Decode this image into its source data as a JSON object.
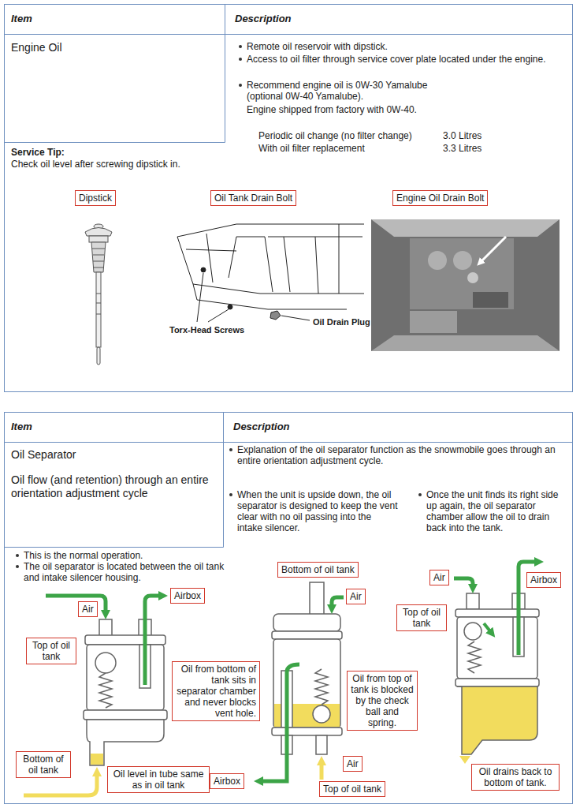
{
  "diagram": {
    "nodes": [
      {
        "text": [
          "Dipstick"
        ]
      },
      {
        "text": [
          "Oil Tank Drain Bolt"
        ]
      },
      {
        "text": [
          "Engine Oil Drain Bolt"
        ]
      },
      {
        "text": [
          "Air"
        ]
      },
      {
        "text": [
          "Airbox"
        ]
      },
      {
        "text": [
          "Top of oil tank"
        ]
      },
      {
        "text": [
          "Bottom of oil tank"
        ]
      },
      {
        "text": [
          "Oil level in tube same as in oil tank"
        ]
      },
      {
        "text": [
          "Bottom of oil tank"
        ]
      },
      {
        "text": [
          "Air"
        ]
      },
      {
        "text": [
          "Oil from bottom of tank sits in separator chamber and never blocks vent hole."
        ]
      },
      {
        "text": [
          "Oil from top of tank is blocked by the check ball and spring."
        ]
      },
      {
        "text": [
          "Air"
        ]
      },
      {
        "text": [
          "Airbox"
        ]
      },
      {
        "text": [
          "Top of oil tank"
        ]
      },
      {
        "text": [
          "Air"
        ]
      },
      {
        "text": [
          "Airbox"
        ]
      },
      {
        "text": [
          "Top of oil tank"
        ]
      },
      {
        "text": [
          "Oil drains back to bottom of tank."
        ]
      }
    ],
    "labels": [
      "Item",
      "Description",
      "Engine Oil",
      "Remote oil reservoir with dipstick.",
      "Access to oil filter through service cover plate located under the engine.",
      "Recommend engine oil is 0W-30 Yamalube (optional 0W-40 Yamalube).",
      "Engine shipped from factory with 0W-40.",
      "Periodic oil change (no filter change)",
      "3.0 Litres",
      "With oil filter replacement",
      "3.3 Litres",
      "Service Tip:",
      "Check oil level after screwing dipstick in.",
      "Torx-Head Screws",
      "Oil Drain Plug",
      "Item",
      "Description",
      "Oil Separator",
      "Oil flow (and retention) through an entire orientation adjustment cycle",
      "Explanation of the oil separator function as the snowmobile goes through an entire orientation adjustment cycle.",
      "When the unit is upside down, the oil separator is designed to keep the vent clear with no oil passing into the intake silencer.",
      "Once the unit finds its right side up again, the oil separator chamber allow the oil to drain back into the tank.",
      "This is the normal operation.",
      "The oil separator is located between the oil tank and intake silencer housing."
    ]
  }
}
